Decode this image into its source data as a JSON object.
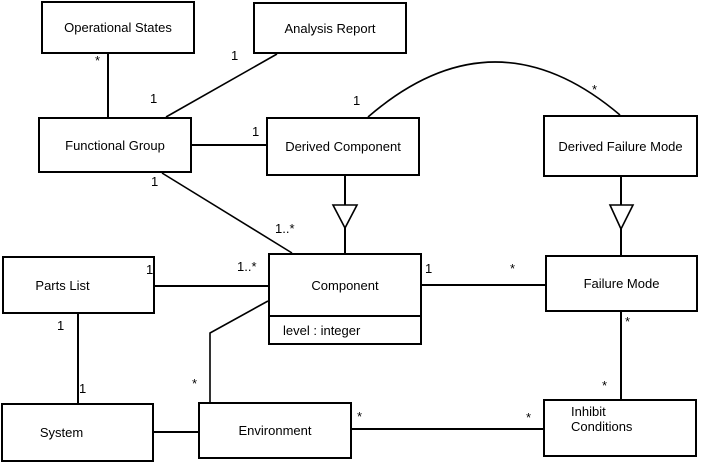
{
  "diagram_type": "UML class diagram",
  "colors": {
    "background": "#ffffff",
    "line": "#000000",
    "text": "#000000"
  },
  "classes": {
    "operational_states": {
      "label": "Operational States"
    },
    "analysis_report": {
      "label": "Analysis Report"
    },
    "functional_group": {
      "label": "Functional Group"
    },
    "derived_component": {
      "label": "Derived Component"
    },
    "derived_failure_mode": {
      "label": "Derived Failure Mode"
    },
    "parts_list": {
      "label": "Parts List"
    },
    "component": {
      "label": "Component",
      "attributes": {
        "0": "level : integer"
      }
    },
    "failure_mode": {
      "label": "Failure Mode"
    },
    "system": {
      "label": "System"
    },
    "environment": {
      "label": "Environment"
    },
    "inhibit_conditions": {
      "label": "Inhibit Conditions"
    }
  },
  "edges": [
    {
      "type": "association",
      "source": "Operational States",
      "target": "Functional Group",
      "source_label": "*",
      "target_label": ""
    },
    {
      "type": "association",
      "source": "Analysis Report",
      "target": "Functional Group",
      "source_label": "1",
      "target_label": "1"
    },
    {
      "type": "association",
      "source": "Functional Group",
      "target": "Derived Component",
      "source_label": "",
      "target_label": "1"
    },
    {
      "type": "association",
      "source": "Functional Group",
      "target": "Component",
      "source_label": "1",
      "target_label": "1..*"
    },
    {
      "type": "association",
      "source": "Derived Component",
      "target": "Derived Failure Mode",
      "source_label": "1",
      "target_label": "*"
    },
    {
      "type": "association",
      "source": "Component",
      "target": "Failure Mode",
      "source_label": "1",
      "target_label": "*"
    },
    {
      "type": "association",
      "source": "Parts List",
      "target": "Component",
      "source_label": "1",
      "target_label": "1..*"
    },
    {
      "type": "association",
      "source": "Parts List",
      "target": "System",
      "source_label": "1",
      "target_label": "1"
    },
    {
      "type": "association",
      "source": "System",
      "target": "Environment",
      "source_label": "",
      "target_label": ""
    },
    {
      "type": "association",
      "source": "Environment",
      "target": "Component",
      "source_label": "*",
      "target_label": ""
    },
    {
      "type": "association",
      "source": "Environment",
      "target": "Inhibit Conditions",
      "source_label": "*",
      "target_label": "*"
    },
    {
      "type": "association",
      "source": "Failure Mode",
      "target": "Inhibit Conditions",
      "source_label": "*",
      "target_label": "*"
    },
    {
      "type": "generalization",
      "source": "Derived Component",
      "target": "Component"
    },
    {
      "type": "generalization",
      "source": "Derived Failure Mode",
      "target": "Failure Mode"
    }
  ]
}
